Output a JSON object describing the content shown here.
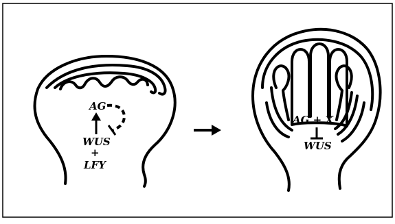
{
  "left_panel": {
    "label_ag": "AG",
    "label_wus": "WUS",
    "label_plus": "+",
    "label_lfy": "LFY"
  },
  "right_panel": {
    "label_ag_x": "AG + X",
    "label_wus": "WUS"
  },
  "colors": {
    "stroke": "#000000",
    "background": "#ffffff"
  },
  "icons": [
    "activation-arrow-icon",
    "inhibition-bar-icon",
    "transition-arrow-icon"
  ]
}
